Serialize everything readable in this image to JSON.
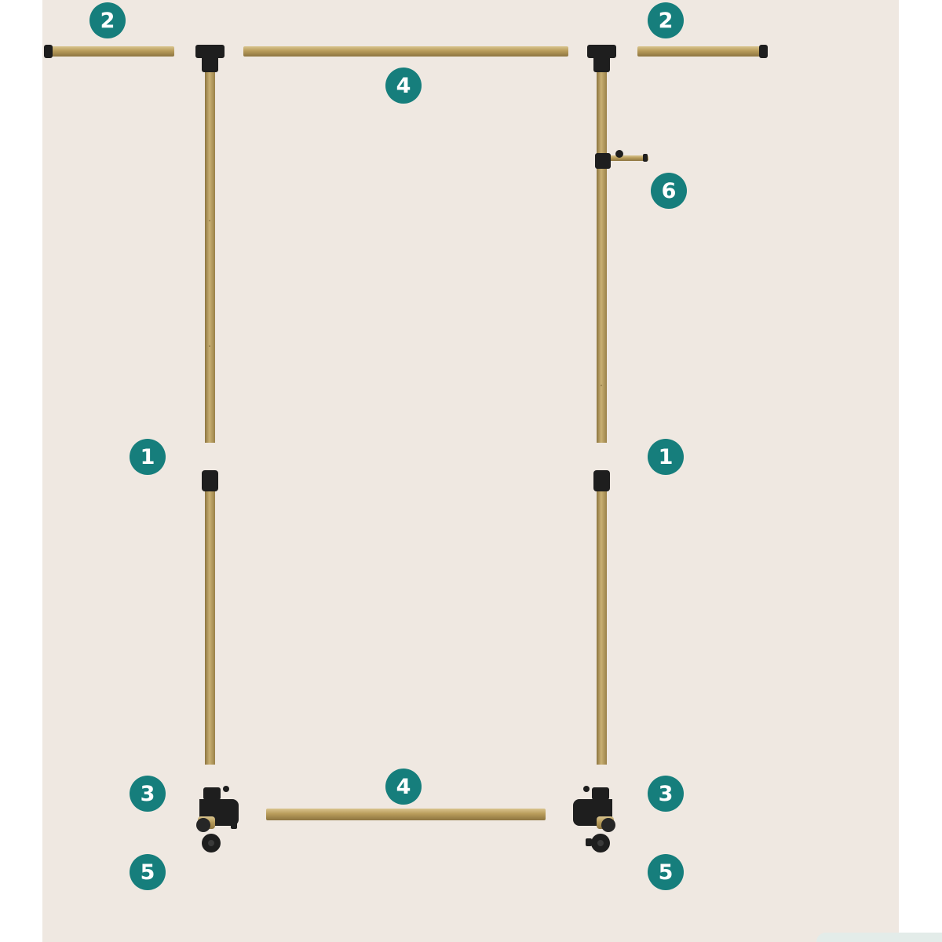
{
  "diagram": {
    "colors": {
      "background": "#efe8e1",
      "badge": "#167e7c",
      "badge_text": "#ffffff",
      "tube": "#b59a59",
      "fitting": "#1e1e1e"
    },
    "part_labels": {
      "upper_left_side_bar": "2",
      "upper_right_side_bar": "2",
      "top_crossbar": "4",
      "hook": "6",
      "left_pole_joint": "1",
      "right_pole_joint": "1",
      "bottom_crossbar": "4",
      "left_base": "3",
      "right_base": "3",
      "left_wheel": "5",
      "right_wheel": "5"
    }
  }
}
